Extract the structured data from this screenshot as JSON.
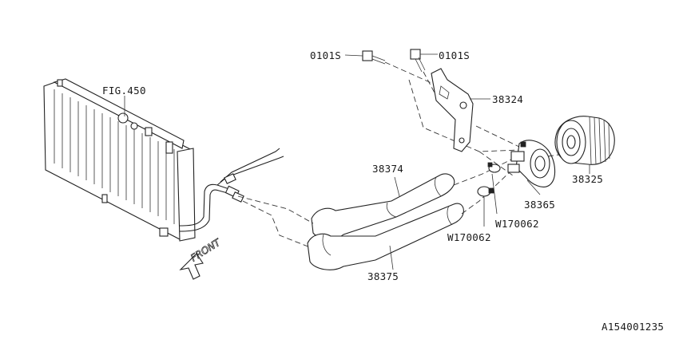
{
  "diagram": {
    "labels": {
      "fig_ref": "FIG.450",
      "bolt_left": "0101S",
      "bolt_right": "0101S",
      "bracket": "38324",
      "oil_filter": "38325",
      "cooler": "38365",
      "hose_upper": "38374",
      "hose_lower": "38375",
      "clamp_right": "W170062",
      "clamp_left": "W170062",
      "front_arrow": "FRONT",
      "drawing_id": "A154001235"
    }
  }
}
